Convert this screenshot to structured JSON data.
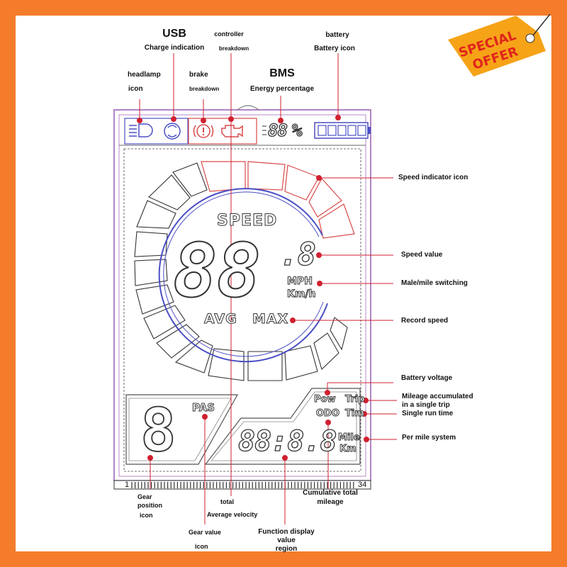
{
  "labels": {
    "usb": "USB",
    "charge_indication": "Charge indication",
    "controller": "controller",
    "breakdown": "breakdown",
    "battery": "battery",
    "battery_icon": "Battery icon",
    "headlamp": "headlamp",
    "icon": "icon",
    "brake": "brake",
    "brake_breakdown": "breakdown",
    "bms": "BMS",
    "energy_percentage": "Energy percentage",
    "speed_indicator_icon": "Speed indicator icon",
    "speed_value": "Speed value",
    "male_mile_switching": "Male/mile switching",
    "record_speed": "Record speed",
    "battery_voltage": "Battery voltage",
    "mileage_line1": "Mileage accumulated",
    "mileage_line2": "in a single trip",
    "single_run_time": "Single run time",
    "per_mile_system": "Per mile system",
    "gear": "Gear",
    "position": "position",
    "gear_icon": "icon",
    "total": "total",
    "average_velocity": "Average velocity",
    "cumulative_line1": "Cumulative total",
    "cumulative_line2": "mileage",
    "gear_value": "Gear value",
    "gear_value_icon": "icon",
    "function_line1": "Function display",
    "function_line2": "value",
    "function_line3": "region"
  },
  "display": {
    "percent_digits": "88",
    "percent_sign": "%",
    "speed_text": "SPEED",
    "speed_digits": "88",
    "speed_decimal": ".8",
    "unit_mph": "MPH",
    "unit_kmh": "Km/h",
    "avg": "AVG",
    "max": "MAX",
    "pas": "PAS",
    "gear_digit": "8",
    "pow": "Pow",
    "trip": "Trip",
    "odo": "ODO",
    "tim": "Tim",
    "mile": "Mile",
    "km": "Km",
    "function_digits": "88:8.8",
    "pin_left": "1",
    "pin_right": "34"
  },
  "badge": {
    "line1": "SPECIAL",
    "line2": "OFFER"
  },
  "icons": {
    "headlamp": "headlamp-icon",
    "usb": "usb-charge-icon",
    "brake": "brake-breakdown-icon",
    "controller": "controller-breakdown-icon",
    "battery": "battery-icon"
  },
  "colors": {
    "frame": "#f47c2a",
    "accent_red": "#d94a4a",
    "accent_blue": "#4b4fc4",
    "outline_purple": "#9a5bb0"
  }
}
